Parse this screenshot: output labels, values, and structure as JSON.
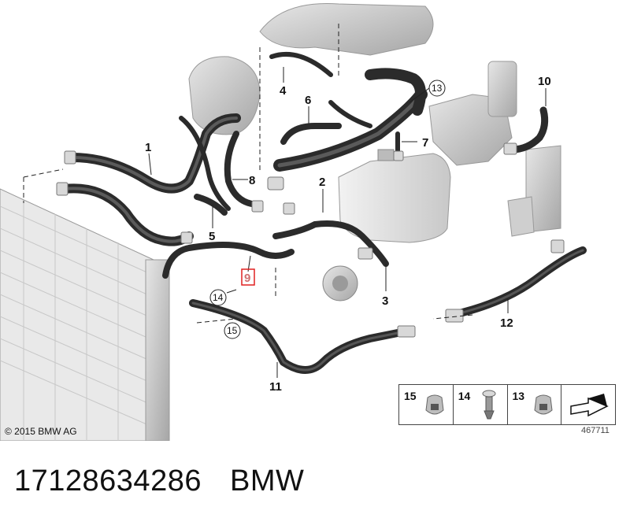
{
  "callouts": {
    "c1": "1",
    "c2": "2",
    "c3": "3",
    "c4": "4",
    "c5": "5",
    "c6": "6",
    "c7": "7",
    "c8": "8",
    "c9": "9",
    "c10": "10",
    "c11": "11",
    "c12": "12",
    "c13": "13",
    "c14": "14",
    "c15": "15"
  },
  "legend": {
    "items": [
      "15",
      "14",
      "13"
    ]
  },
  "copyright": "© 2015 BMW AG",
  "diagram_number": "467711",
  "footer": {
    "part_number": "17128634286",
    "brand": "BMW"
  },
  "colors": {
    "hose": "#2b2b2b",
    "part_gray": "#b9b9b9",
    "highlight": "#e02020"
  }
}
